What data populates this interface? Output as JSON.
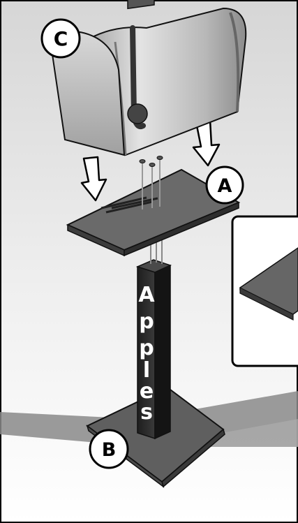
{
  "callouts": {
    "a": "A",
    "b": "B",
    "c": "C"
  },
  "post_text": [
    "A",
    "p",
    "p",
    "l",
    "e",
    "s"
  ],
  "colors": {
    "background_top": "#d9d9d9",
    "background_bottom": "#ffffff",
    "plate": "#666666",
    "post": "#2a2a2a",
    "mailbox": "#bdbdbd",
    "outline": "#111111"
  }
}
